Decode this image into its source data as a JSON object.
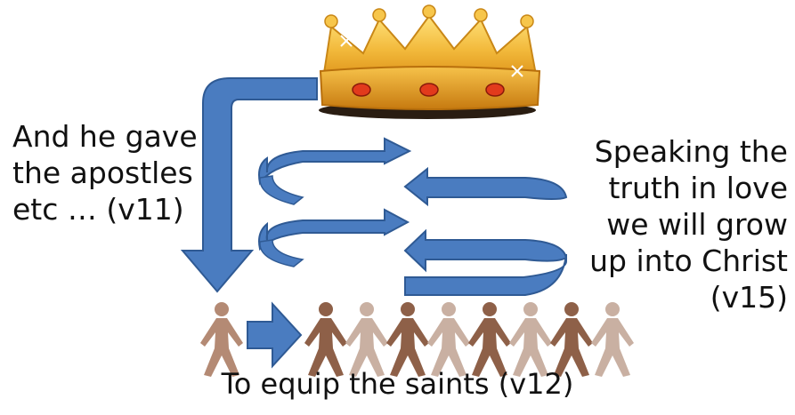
{
  "left_caption": {
    "lines": [
      "And he gave",
      "the apostles",
      "etc … (v11)"
    ]
  },
  "right_caption": {
    "lines": [
      "Speaking the",
      "truth in love",
      "we will grow",
      "up into Christ",
      "(v15)"
    ]
  },
  "bottom_caption": "To equip the saints (v12)",
  "icons": {
    "crown": "crown-icon",
    "people": "person-figure-icon",
    "down_arrow": "bent-down-arrow-icon",
    "right_arrow": "right-block-arrow-icon",
    "spiral": "spiral-up-arrows-icon"
  },
  "colors": {
    "arrow_fill": "#4a7cc0",
    "arrow_stroke": "#2f5a94",
    "crown_gold": "#f2b93b",
    "crown_band": "#e39a1c",
    "jewel": "#e23a1c",
    "person_colors": [
      "#b48a74",
      "#8e6048",
      "#c9b0a2",
      "#8e6048",
      "#c9b0a2",
      "#8e6048",
      "#c9b0a2",
      "#8e6048",
      "#c9b0a2"
    ]
  }
}
